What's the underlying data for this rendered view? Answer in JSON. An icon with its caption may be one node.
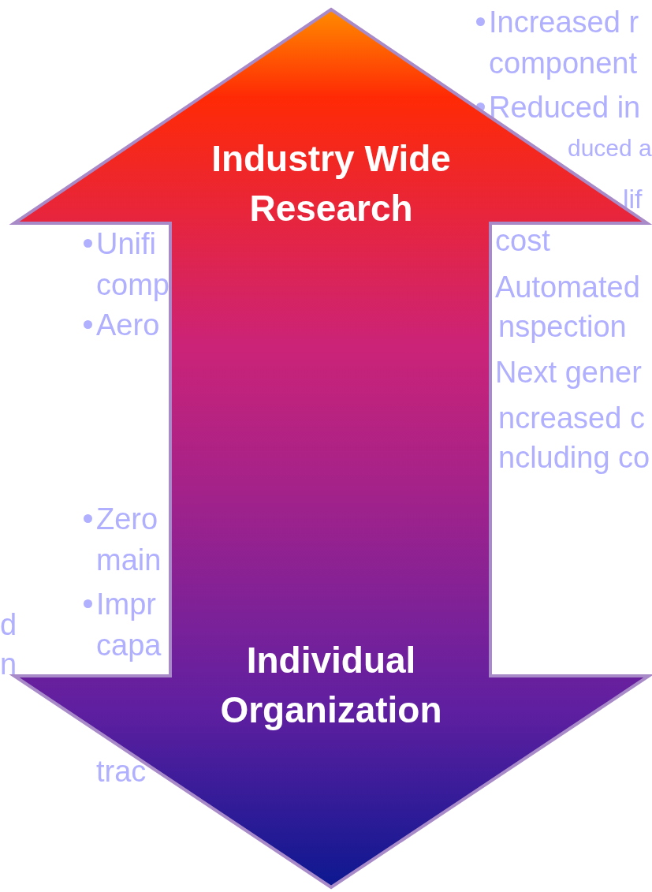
{
  "diagram": {
    "nodes": [
      {
        "text": [
          "Industry Wide Research",
          "Individual Organization"
        ]
      }
    ],
    "edges": [],
    "labels": [
      "Increased r",
      "component",
      "Reduced in",
      "duced a",
      "lif",
      "Unifi",
      "cost",
      "comp",
      "Automated",
      "Aero",
      "nspection",
      "Next gener",
      "ncreased c",
      "ncluding co",
      "Zero",
      "main",
      "Impr",
      "d",
      "capa",
      "n",
      "trac"
    ]
  }
}
